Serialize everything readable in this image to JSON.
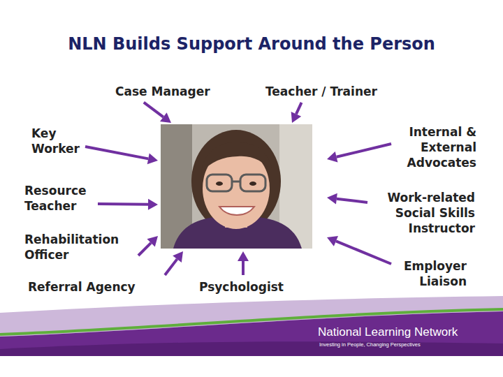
{
  "diagram": {
    "title": "NLN Builds Support Around the Person",
    "labels": [
      "Case Manager",
      "Teacher / Trainer",
      "Key Worker",
      "Internal & External Advocates",
      "Resource Teacher",
      "Work-related Social Skills Instructor",
      "Rehabilitation Officer",
      "Referral Agency",
      "Psychologist",
      "Employer Liaison",
      "National Learning Network",
      "Investing in People, Changing Perspectives"
    ]
  }
}
